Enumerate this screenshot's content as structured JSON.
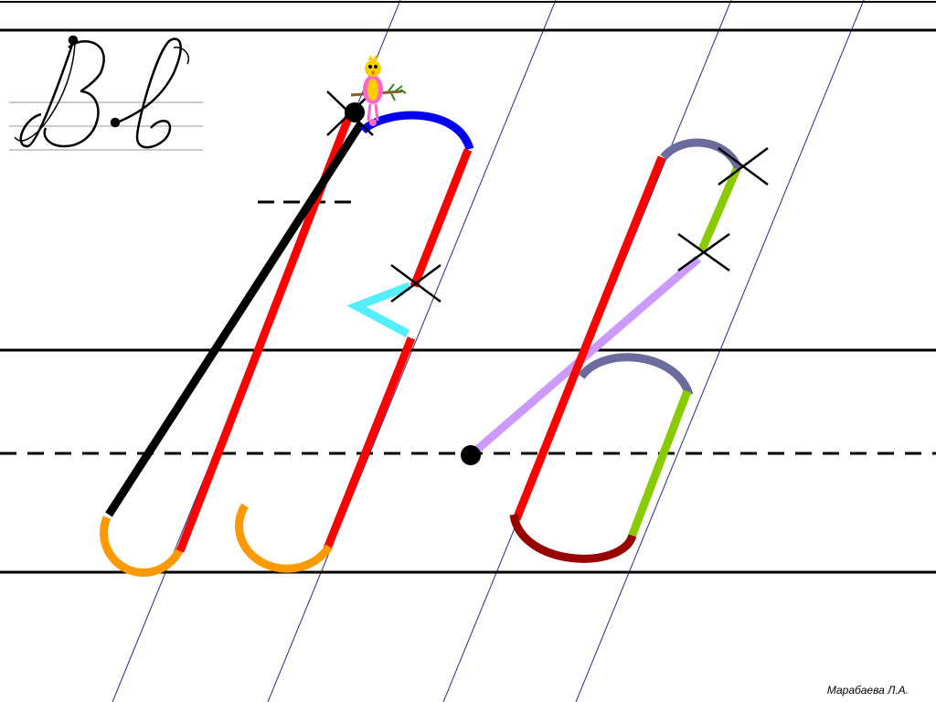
{
  "author": "Марабаева Л.А.",
  "sample_letters": {
    "uppercase": "В",
    "lowercase": "в"
  },
  "stroke_colors": {
    "guide_line": "#000000",
    "slant_line": "#2a2a8f",
    "main_stroke": "#ff0000",
    "lead_stroke": "#000000",
    "top_arc": "#0000ee",
    "hook": "#ff9900",
    "middle_loop": "#55eeff",
    "small_arc": "#6b6b9e",
    "small_side": "#88cc00",
    "bottom_arc": "#990000",
    "connector": "#cc99ff",
    "start_dot": "#000000",
    "cross_mark": "#000000"
  },
  "icons": [
    "bird-icon",
    "cross-mark-icon",
    "start-dot-icon"
  ]
}
